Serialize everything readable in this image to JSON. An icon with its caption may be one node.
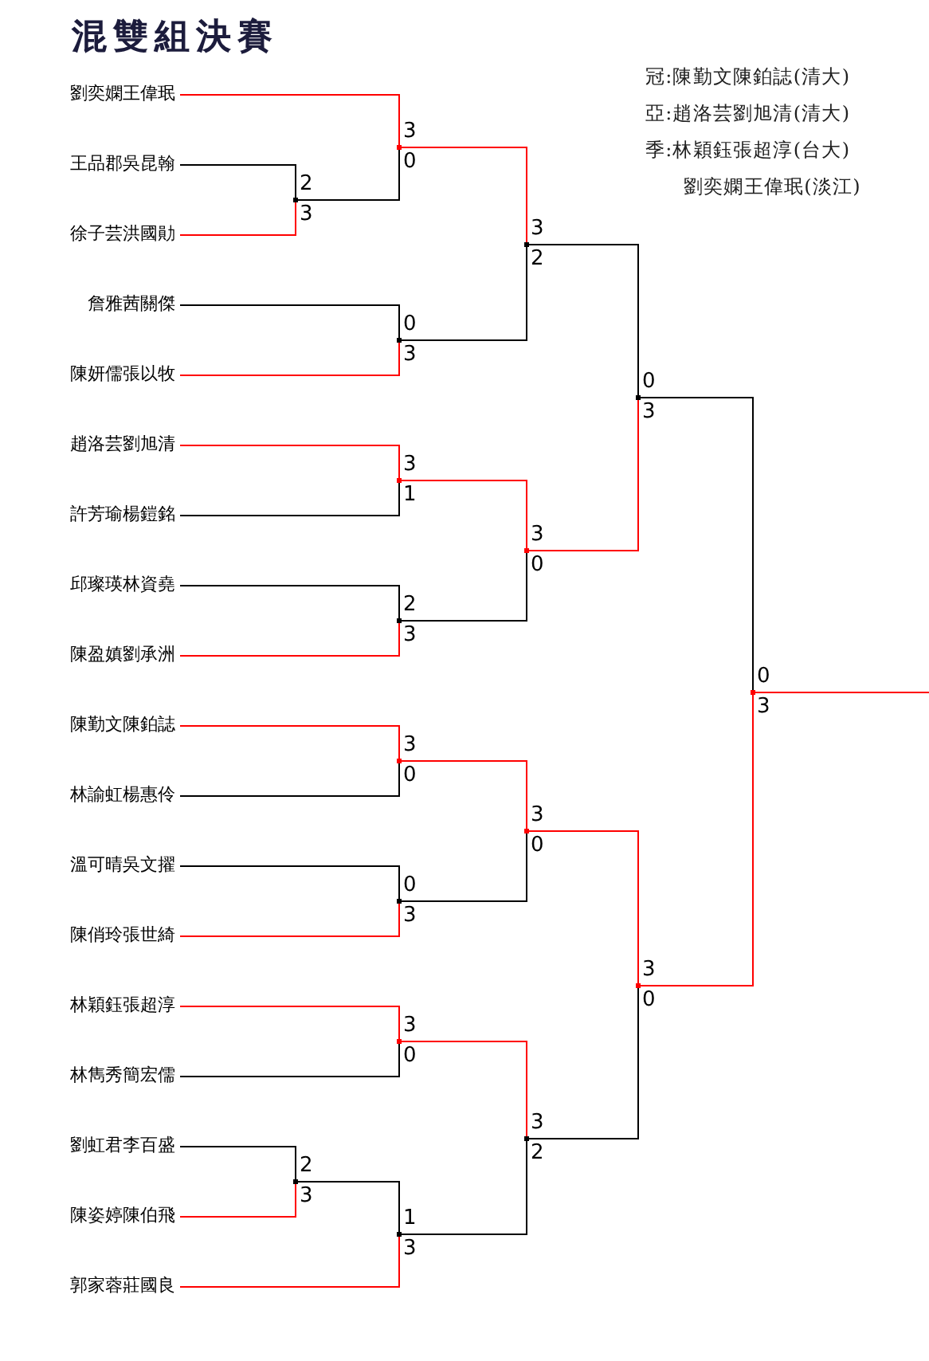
{
  "diagram": {
    "title": "混雙組決賽",
    "nodes": [
      {
        "text": [
          "劉奕嫻王偉珉"
        ]
      },
      {
        "text": [
          "王品郡吳昆翰"
        ]
      },
      {
        "text": [
          "徐子芸洪國勛"
        ]
      },
      {
        "text": [
          "詹雅茜關傑"
        ]
      },
      {
        "text": [
          "陳妍儒張以牧"
        ]
      },
      {
        "text": [
          "趙洛芸劉旭清"
        ]
      },
      {
        "text": [
          "許芳瑜楊鎧銘"
        ]
      },
      {
        "text": [
          "邱璨瑛林資堯"
        ]
      },
      {
        "text": [
          "陳盈嫃劉承洲"
        ]
      },
      {
        "text": [
          "陳勤文陳鉑誌"
        ]
      },
      {
        "text": [
          "林諭虹楊惠伶"
        ]
      },
      {
        "text": [
          "溫可晴吳文擢"
        ]
      },
      {
        "text": [
          "陳俏玲張世綺"
        ]
      },
      {
        "text": [
          "林穎鈺張超淳"
        ]
      },
      {
        "text": [
          "林雋秀簡宏儒"
        ]
      },
      {
        "text": [
          "劉虹君李百盛"
        ]
      },
      {
        "text": [
          "陳姿婷陳伯飛"
        ]
      },
      {
        "text": [
          "郭家蓉莊國良"
        ]
      },
      {
        "text": [],
        "shape": "point"
      },
      {
        "text": [],
        "shape": "point"
      },
      {
        "text": [],
        "shape": "point"
      },
      {
        "text": [],
        "shape": "point"
      },
      {
        "text": [],
        "shape": "point"
      },
      {
        "text": [],
        "shape": "point"
      },
      {
        "text": [],
        "shape": "point"
      },
      {
        "text": [],
        "shape": "point"
      },
      {
        "text": [],
        "shape": "point"
      },
      {
        "text": [],
        "shape": "point"
      },
      {
        "text": [],
        "shape": "point"
      },
      {
        "text": [],
        "shape": "point"
      },
      {
        "text": [],
        "shape": "point"
      },
      {
        "text": [],
        "shape": "point"
      },
      {
        "text": [],
        "shape": "point"
      },
      {
        "text": [],
        "shape": "point"
      },
      {
        "text": [],
        "shape": "point"
      }
    ],
    "edges": [
      {
        "from": 1,
        "to": 18,
        "arrow": "none",
        "label": "2",
        "color": "#000000"
      },
      {
        "from": 2,
        "to": 18,
        "arrow": "none",
        "label": "3",
        "color": "#ff0000"
      },
      {
        "from": 0,
        "to": 19,
        "arrow": "none",
        "label": "3",
        "color": "#ff0000"
      },
      {
        "from": 18,
        "to": 19,
        "arrow": "none",
        "label": "0",
        "color": "#000000"
      },
      {
        "from": 3,
        "to": 20,
        "arrow": "none",
        "label": "0",
        "color": "#000000"
      },
      {
        "from": 4,
        "to": 20,
        "arrow": "none",
        "label": "3",
        "color": "#ff0000"
      },
      {
        "from": 19,
        "to": 21,
        "arrow": "none",
        "label": "3",
        "color": "#ff0000"
      },
      {
        "from": 20,
        "to": 21,
        "arrow": "none",
        "label": "2",
        "color": "#000000"
      },
      {
        "from": 5,
        "to": 22,
        "arrow": "none",
        "label": "3",
        "color": "#ff0000"
      },
      {
        "from": 6,
        "to": 22,
        "arrow": "none",
        "label": "1",
        "color": "#000000"
      },
      {
        "from": 7,
        "to": 23,
        "arrow": "none",
        "label": "2",
        "color": "#000000"
      },
      {
        "from": 8,
        "to": 23,
        "arrow": "none",
        "label": "3",
        "color": "#ff0000"
      },
      {
        "from": 22,
        "to": 24,
        "arrow": "none",
        "label": "3",
        "color": "#ff0000"
      },
      {
        "from": 23,
        "to": 24,
        "arrow": "none",
        "label": "0",
        "color": "#000000"
      },
      {
        "from": 21,
        "to": 25,
        "arrow": "none",
        "label": "0",
        "color": "#000000"
      },
      {
        "from": 24,
        "to": 25,
        "arrow": "none",
        "label": "3",
        "color": "#ff0000"
      },
      {
        "from": 9,
        "to": 26,
        "arrow": "none",
        "label": "3",
        "color": "#ff0000"
      },
      {
        "from": 10,
        "to": 26,
        "arrow": "none",
        "label": "0",
        "color": "#000000"
      },
      {
        "from": 11,
        "to": 27,
        "arrow": "none",
        "label": "0",
        "color": "#000000"
      },
      {
        "from": 12,
        "to": 27,
        "arrow": "none",
        "label": "3",
        "color": "#ff0000"
      },
      {
        "from": 26,
        "to": 28,
        "arrow": "none",
        "label": "3",
        "color": "#ff0000"
      },
      {
        "from": 27,
        "to": 28,
        "arrow": "none",
        "label": "0",
        "color": "#000000"
      },
      {
        "from": 13,
        "to": 29,
        "arrow": "none",
        "label": "3",
        "color": "#ff0000"
      },
      {
        "from": 14,
        "to": 29,
        "arrow": "none",
        "label": "0",
        "color": "#000000"
      },
      {
        "from": 15,
        "to": 30,
        "arrow": "none",
        "label": "2",
        "color": "#000000"
      },
      {
        "from": 16,
        "to": 30,
        "arrow": "none",
        "label": "3",
        "color": "#ff0000"
      },
      {
        "from": 30,
        "to": 31,
        "arrow": "none",
        "label": "1",
        "color": "#000000"
      },
      {
        "from": 17,
        "to": 31,
        "arrow": "none",
        "label": "3",
        "color": "#ff0000"
      },
      {
        "from": 29,
        "to": 32,
        "arrow": "none",
        "label": "3",
        "color": "#ff0000"
      },
      {
        "from": 31,
        "to": 32,
        "arrow": "none",
        "label": "2",
        "color": "#000000"
      },
      {
        "from": 28,
        "to": 33,
        "arrow": "none",
        "label": "3",
        "color": "#ff0000"
      },
      {
        "from": 32,
        "to": 33,
        "arrow": "none",
        "label": "0",
        "color": "#000000"
      },
      {
        "from": 25,
        "to": 34,
        "arrow": "none",
        "label": "0",
        "color": "#000000"
      },
      {
        "from": 33,
        "to": 34,
        "arrow": "none",
        "label": "3",
        "color": "#ff0000"
      },
      {
        "from": 34,
        "to": null,
        "arrow": "none",
        "color": "#ff0000"
      }
    ],
    "labels": [
      "冠:陳勤文陳鉑誌(清大)",
      "亞:趙洛芸劉旭清(清大)",
      "季:林穎鈺張超淳(台大)",
      "劉奕嫻王偉珉(淡江)"
    ]
  }
}
